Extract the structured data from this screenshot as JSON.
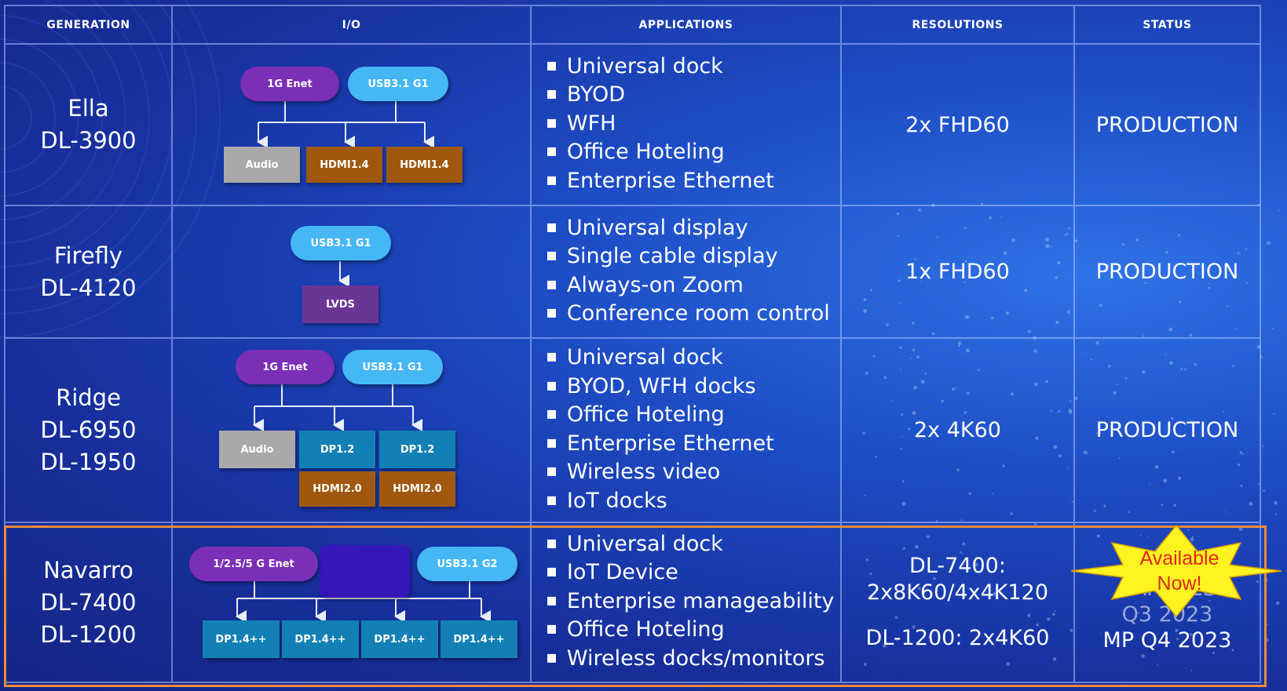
{
  "headers": [
    "GENERATION",
    "I/O",
    "APPLICATIONS",
    "RESOLUTIONS",
    "STATUS"
  ],
  "rows": [
    {
      "generation": [
        "Ella",
        "DL-3900"
      ],
      "io": {
        "ports": [
          "1G Enet",
          "USB3.1 G1"
        ],
        "outputs": [
          "Audio",
          "HDMI1.4",
          "HDMI1.4"
        ]
      },
      "applications": [
        "Universal dock",
        "BYOD",
        "WFH",
        "Office Hoteling",
        "Enterprise Ethernet"
      ],
      "resolution": "2x FHD60",
      "status": "PRODUCTION"
    },
    {
      "generation": [
        "Firefly",
        "DL-4120"
      ],
      "io": {
        "ports": [
          "USB3.1 G1"
        ],
        "outputs": [
          "LVDS"
        ]
      },
      "applications": [
        "Universal display",
        "Single cable display",
        "Always-on Zoom",
        "Conference room control"
      ],
      "resolution": "1x FHD60",
      "status": "PRODUCTION"
    },
    {
      "generation": [
        "Ridge",
        "DL-6950",
        "DL-1950"
      ],
      "io": {
        "ports": [
          "1G Enet",
          "USB3.1 G1"
        ],
        "outputs": [
          "Audio",
          "DP1.2",
          "DP1.2",
          "HDMI2.0",
          "HDMI2.0"
        ]
      },
      "applications": [
        "Universal dock",
        "BYOD, WFH docks",
        "Office Hoteling",
        "Enterprise Ethernet",
        "Wireless video",
        "IoT docks"
      ],
      "resolution": "2x 4K60",
      "status": "PRODUCTION"
    },
    {
      "generation": [
        "Navarro",
        "DL-7400",
        "DL-1200"
      ],
      "io": {
        "ports": [
          "1/2.5/5 G Enet",
          "USB3.1 G2"
        ],
        "outputs": [
          "DP1.4++",
          "DP1.4++",
          "DP1.4++",
          "DP1.4++"
        ]
      },
      "applications": [
        "Universal dock",
        "IoT Device",
        "Enterprise manageability",
        "Office Hoteling",
        "Wireless docks/monitors"
      ],
      "resolution_lines": [
        "DL-7400:",
        "2x8K60/4x4K120",
        "DL-1200: 2x4K60"
      ],
      "status_lines": [
        "SAMPLES",
        "Q3 2023",
        "MP Q4 2023"
      ],
      "badge": [
        "Available",
        "Now!"
      ]
    }
  ],
  "colors": {
    "purple_pill": "#7b2fb6",
    "blue_pill": "#46b7f5",
    "gray_box": "#a9a9a9",
    "hdmi_box": "#a0580e",
    "dp_box": "#1280b4",
    "lvds_box": "#6b3596",
    "chip": "#3516b8",
    "highlight": "#f08a3a",
    "badge_fill": "#fff41f",
    "badge_text": "#e0281a"
  }
}
